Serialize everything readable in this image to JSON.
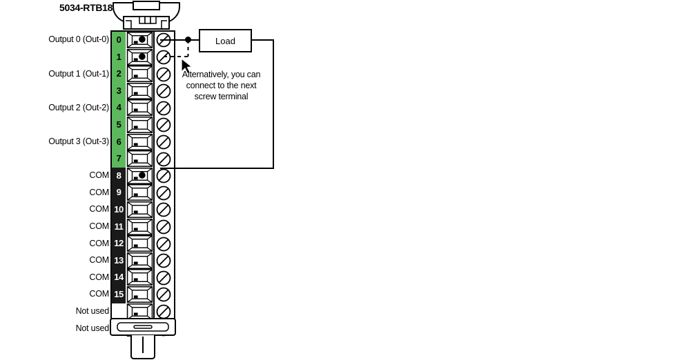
{
  "diagram": {
    "title": "5034-RTB18",
    "module_type": "removable-terminal-block-wiring-diagram"
  },
  "terminals": [
    {
      "number": "0",
      "label": "Output 0 (Out-0)",
      "band": "green",
      "wired": true,
      "label_row": true
    },
    {
      "number": "1",
      "label": "",
      "band": "green",
      "wired": true,
      "label_row": false
    },
    {
      "number": "2",
      "label": "Output 1 (Out-1)",
      "band": "green",
      "wired": false,
      "label_row": true
    },
    {
      "number": "3",
      "label": "",
      "band": "green",
      "wired": false,
      "label_row": false
    },
    {
      "number": "4",
      "label": "Output 2 (Out-2)",
      "band": "green",
      "wired": false,
      "label_row": true
    },
    {
      "number": "5",
      "label": "",
      "band": "green",
      "wired": false,
      "label_row": false
    },
    {
      "number": "6",
      "label": "Output 3 (Out-3)",
      "band": "green",
      "wired": false,
      "label_row": true
    },
    {
      "number": "7",
      "label": "",
      "band": "green",
      "wired": false,
      "label_row": false
    },
    {
      "number": "8",
      "label": "COM",
      "band": "black",
      "wired": true,
      "label_row": true
    },
    {
      "number": "9",
      "label": "COM",
      "band": "black",
      "wired": false,
      "label_row": true
    },
    {
      "number": "10",
      "label": "COM",
      "band": "black",
      "wired": false,
      "label_row": true
    },
    {
      "number": "11",
      "label": "COM",
      "band": "black",
      "wired": false,
      "label_row": true
    },
    {
      "number": "12",
      "label": "COM",
      "band": "black",
      "wired": false,
      "label_row": true
    },
    {
      "number": "13",
      "label": "COM",
      "band": "black",
      "wired": false,
      "label_row": true
    },
    {
      "number": "14",
      "label": "COM",
      "band": "black",
      "wired": false,
      "label_row": true
    },
    {
      "number": "15",
      "label": "COM",
      "band": "black",
      "wired": false,
      "label_row": true
    },
    {
      "number": "",
      "label": "Not used",
      "band": "white",
      "wired": false,
      "label_row": true
    },
    {
      "number": "",
      "label": "Not used",
      "band": "white",
      "wired": false,
      "label_row": true
    }
  ],
  "load": {
    "label": "Load"
  },
  "annotation": {
    "line1": "Alternatively, you can",
    "line2": "connect to the next",
    "line3": "screw terminal",
    "cursor": "cursor-arrow"
  },
  "colors": {
    "output_band": "#5cb85c",
    "com_band": "#1a1a1a",
    "wire": "#000000",
    "background": "#ffffff"
  }
}
